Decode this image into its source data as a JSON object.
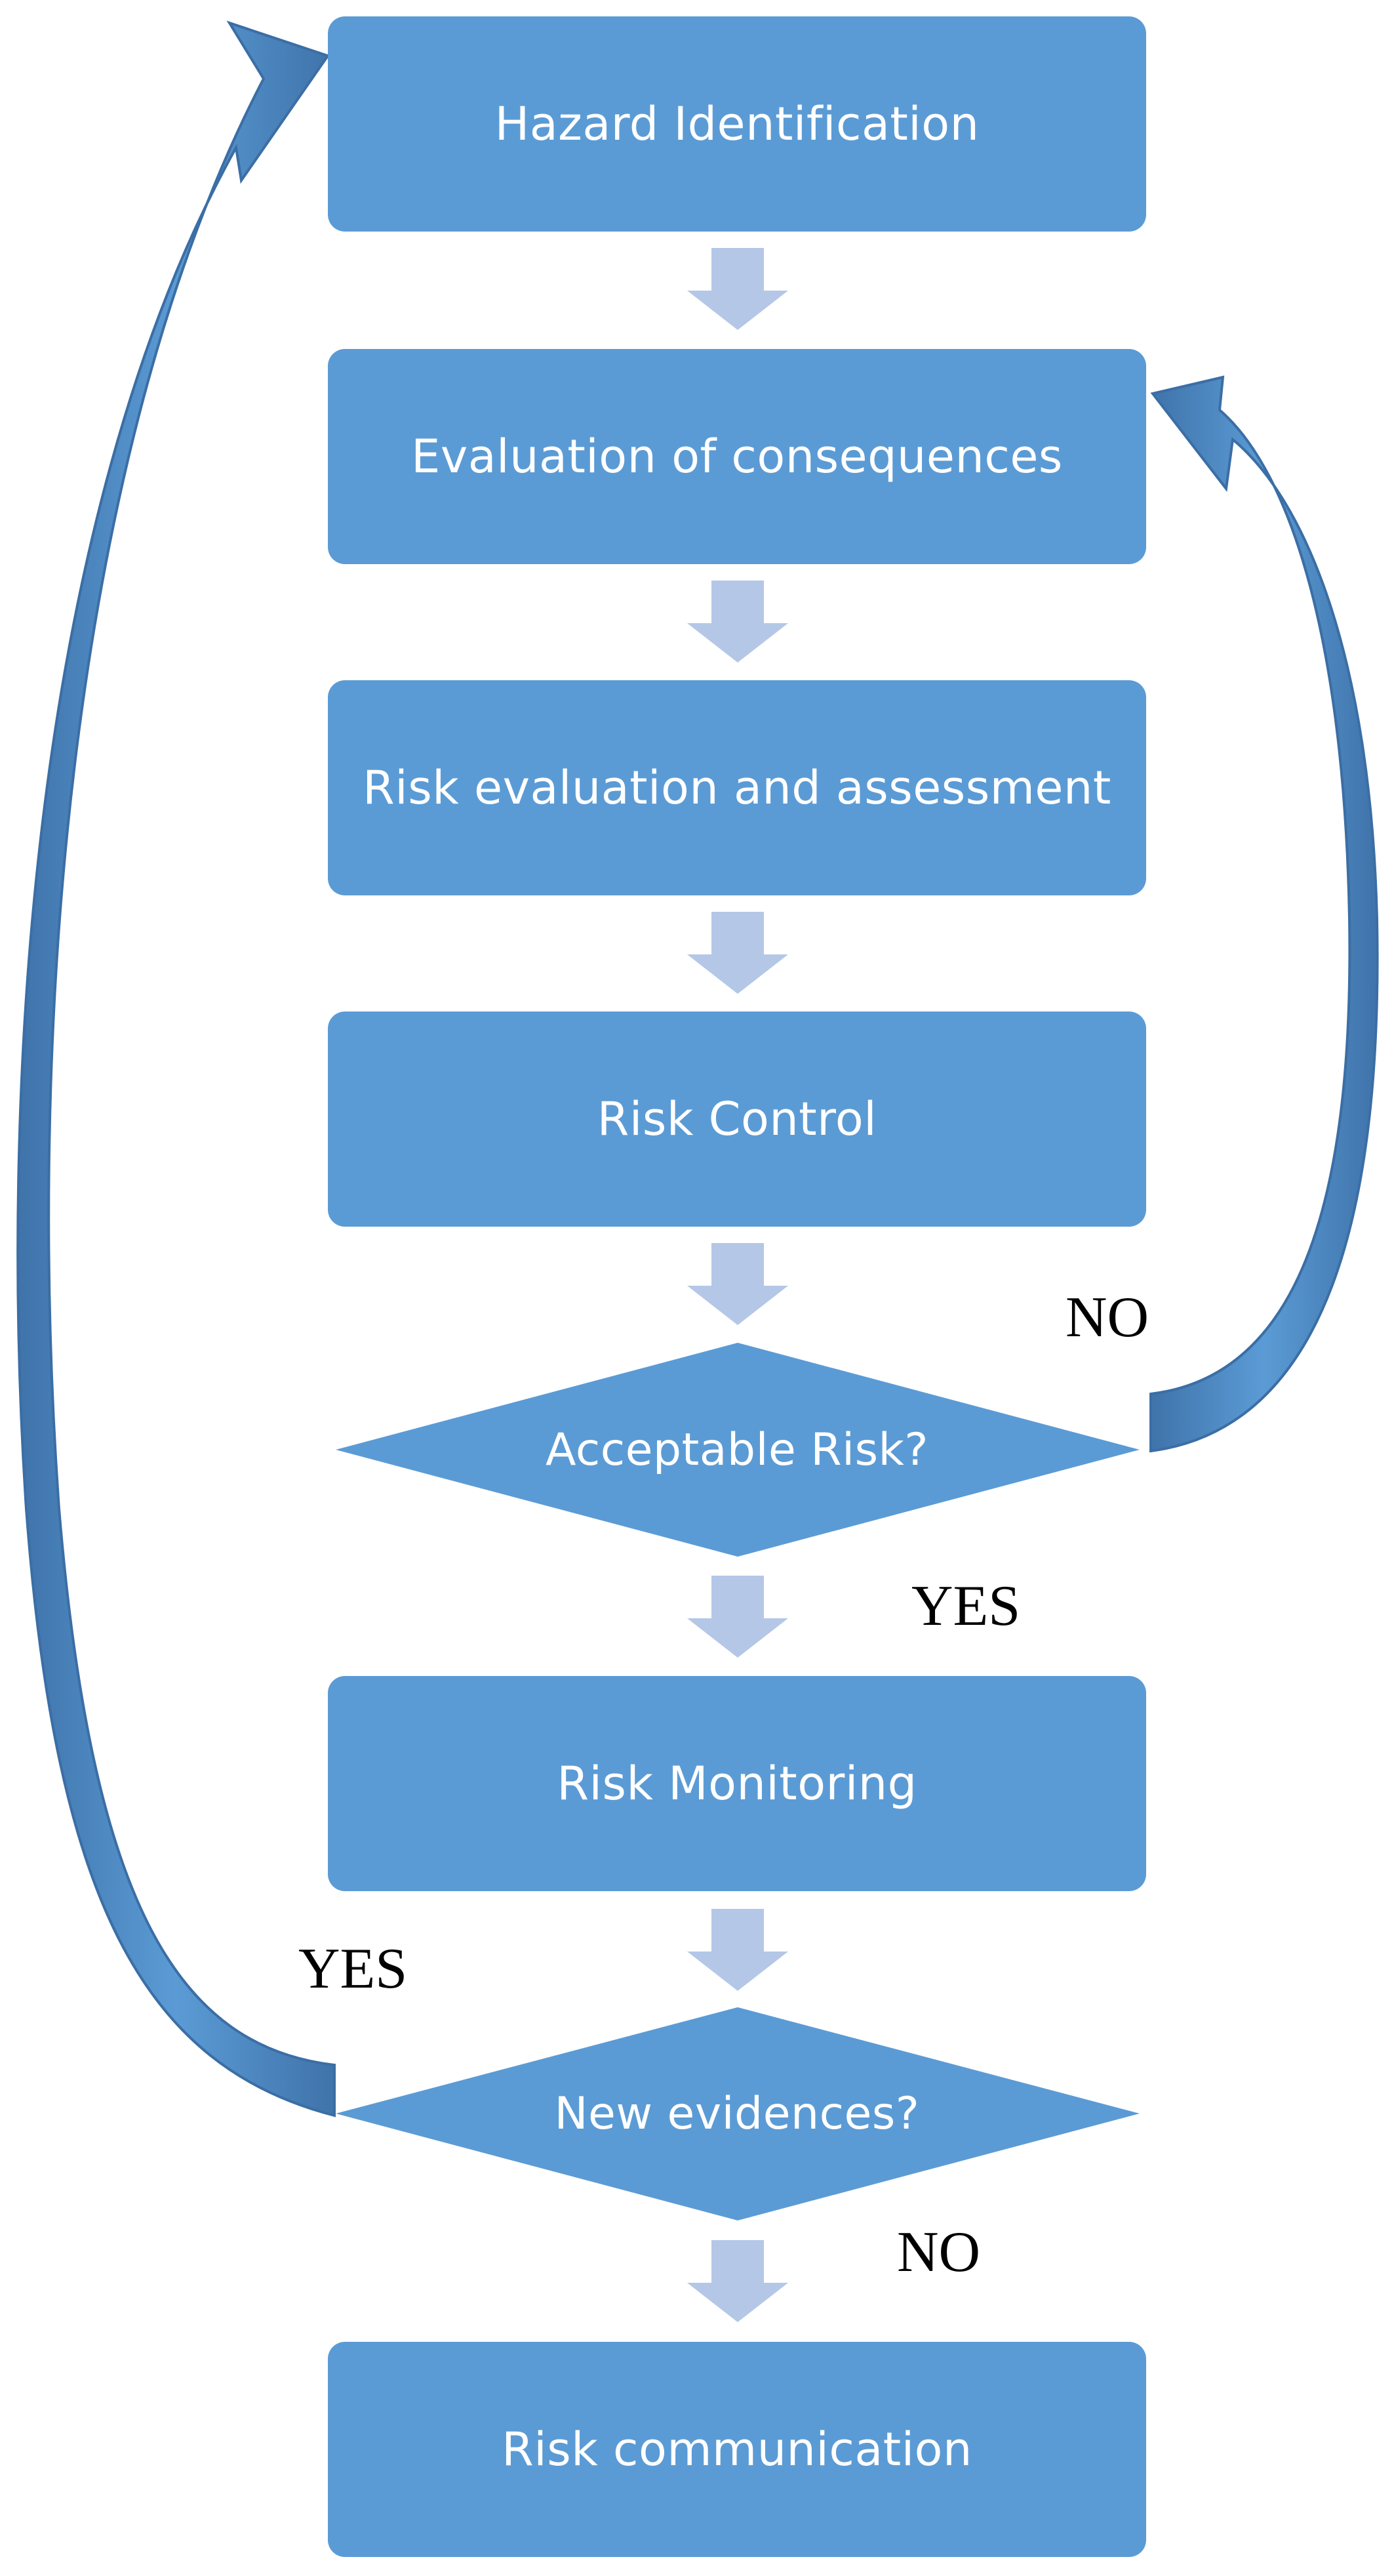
{
  "steps": [
    {
      "id": "hazard",
      "label": "Hazard Identification"
    },
    {
      "id": "consequences",
      "label": "Evaluation of consequences"
    },
    {
      "id": "risk-evaluation",
      "label": "Risk evaluation and assessment"
    },
    {
      "id": "risk-control",
      "label": "Risk Control"
    },
    {
      "id": "risk-monitoring",
      "label": "Risk Monitoring"
    },
    {
      "id": "risk-communication",
      "label": "Risk communication"
    }
  ],
  "decisions": [
    {
      "id": "acceptable-risk",
      "label": "Acceptable Risk?",
      "yes": "YES",
      "no": "NO"
    },
    {
      "id": "new-evidences",
      "label": "New evidences?",
      "yes": "YES",
      "no": "NO"
    }
  ],
  "colors": {
    "box": "#5b9bd5",
    "small_arrow": "#b4c7e7",
    "loop_arrow": "#4a7fb7",
    "text": "#ffffff",
    "branch_text": "#000000"
  }
}
